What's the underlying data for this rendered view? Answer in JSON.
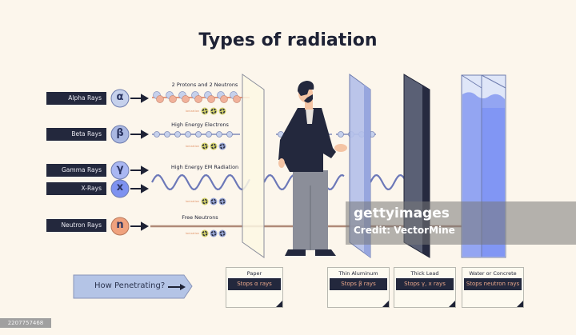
{
  "title": "Types of radiation",
  "rays": [
    {
      "label": "Alpha Rays",
      "symbol": "α",
      "caption": "2 Protons and 2 Neutrons",
      "color": "#c6d1ec"
    },
    {
      "label": "Beta Rays",
      "symbol": "β",
      "caption": "High Energy Electrons",
      "color": "#aab8e2"
    },
    {
      "label": "Gamma Rays",
      "symbol": "γ",
      "caption": "High Energy EM Radiation",
      "color": "#a9b7f2"
    },
    {
      "label": "X-Rays",
      "symbol": "x",
      "caption": "",
      "color": "#7e92f0"
    },
    {
      "label": "Neutron Rays",
      "symbol": "n",
      "caption": "Free Neutrons",
      "color": "#f0a27e"
    }
  ],
  "ionization_label": "Ionization",
  "how_penetrating": "How Penetrating?",
  "barriers": [
    {
      "name": "Paper",
      "stops": "Stops α rays"
    },
    {
      "name": "Thin Aluminum",
      "stops": "Stops β rays"
    },
    {
      "name": "Thick Lead",
      "stops": "Stops γ, x rays"
    },
    {
      "name": "Water or Concrete",
      "stops": "Stops neutron rays"
    }
  ],
  "watermark": {
    "logo": "gettyimages",
    "credit": "Credit: VectorMine"
  },
  "image_id": "2207757468",
  "colors": {
    "background": "#fcf6ec",
    "dark": "#23283d",
    "alpha_particle": "#e9987a",
    "wave": "#6c78b8",
    "neutron_line": "#b08a78"
  }
}
